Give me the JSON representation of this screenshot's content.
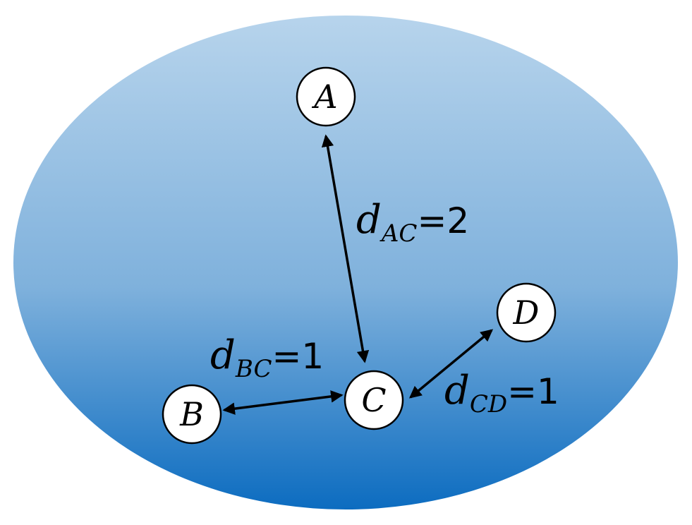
{
  "nodes": {
    "A": "A",
    "B": "B",
    "C": "C",
    "D": "D"
  },
  "edges": {
    "AC": {
      "var": "d",
      "sub": "AC",
      "eq": "=2"
    },
    "BC": {
      "var": "d",
      "sub": "BC",
      "eq": "=1"
    },
    "CD": {
      "var": "d",
      "sub": "CD",
      "eq": "=1"
    }
  },
  "colors": {
    "ellipse_top": "#b7d4ec",
    "ellipse_bottom": "#0c6cc0",
    "node_fill": "#ffffff",
    "stroke": "#000000"
  }
}
